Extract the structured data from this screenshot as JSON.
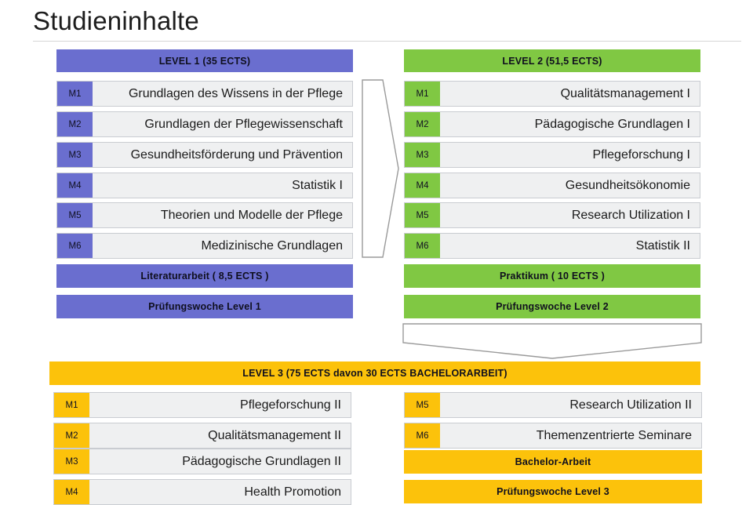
{
  "page": {
    "title": "Studieninhalte"
  },
  "level1": {
    "header": "LEVEL 1 (35 ECTS)",
    "color": "#6a6ecf",
    "modules": [
      {
        "code": "M1",
        "label": "Grundlagen des Wissens in der Pflege"
      },
      {
        "code": "M2",
        "label": "Grundlagen der Pflegewissenschaft"
      },
      {
        "code": "M3",
        "label": "Gesundheitsförderung und Prävention"
      },
      {
        "code": "M4",
        "label": "Statistik I"
      },
      {
        "code": "M5",
        "label": "Theorien und Modelle der Pflege"
      },
      {
        "code": "M6",
        "label": "Medizinische Grundlagen"
      }
    ],
    "footers": [
      "Literaturarbeit ( 8,5 ECTS )",
      "Prüfungswoche Level 1"
    ]
  },
  "level2": {
    "header": "LEVEL 2 (51,5 ECTS)",
    "color": "#80c843",
    "modules": [
      {
        "code": "M1",
        "label": "Qualitätsmanagement I"
      },
      {
        "code": "M2",
        "label": "Pädagogische Grundlagen I"
      },
      {
        "code": "M3",
        "label": "Pflegeforschung I"
      },
      {
        "code": "M4",
        "label": "Gesundheitsökonomie"
      },
      {
        "code": "M5",
        "label": "Research Utilization I"
      },
      {
        "code": "M6",
        "label": "Statistik II"
      }
    ],
    "footers": [
      "Praktikum ( 10 ECTS )",
      "Prüfungswoche Level 2"
    ]
  },
  "level3": {
    "header": "LEVEL 3 (75 ECTS davon 30 ECTS  BACHELORARBEIT)",
    "color": "#fcc20b",
    "modules_left": [
      {
        "code": "M1",
        "label": "Pflegeforschung II"
      },
      {
        "code": "M2",
        "label": "Qualitätsmanagement II"
      },
      {
        "code": "M3",
        "label": "Pädagogische Grundlagen II"
      },
      {
        "code": "M4",
        "label": "Health Promotion"
      }
    ],
    "modules_right": [
      {
        "code": "M5",
        "label": "Research Utilization II"
      },
      {
        "code": "M6",
        "label": "Themenzentrierte Seminare"
      }
    ],
    "footers_right": [
      "Bachelor-Arbeit",
      "Prüfungswoche Level 3"
    ]
  },
  "connectors": {
    "level1_to_level2": "right-chevron-arrow",
    "level2_to_level3": "down-chevron-arrow"
  }
}
